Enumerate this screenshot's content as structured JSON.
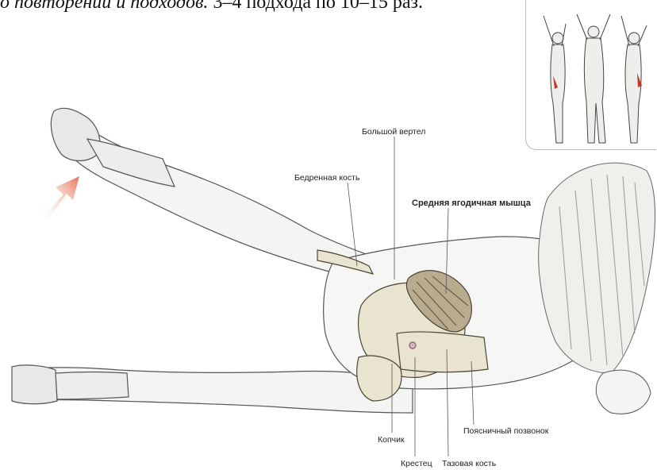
{
  "header": {
    "text_italic": "о повторений и подходов.",
    "text_normal": " 3–4 подхода по 10–15 раз."
  },
  "labels": {
    "bolshoy_vertel": "Большой вертел",
    "bedrennaya_kost": "Бедренная кость",
    "srednyaya_yagodichnaya": "Средняя ягодичная мышца",
    "kopchik": "Копчик",
    "krestets": "Крестец",
    "tazovaya_kost": "Тазовая кость",
    "poyasnichny_pozvonok": "Поясничный позвонок"
  },
  "colors": {
    "arrow": "#e8735a",
    "bone": "#e9e4cf",
    "muscle": "#b9ac8e",
    "highlight": "#c0392b"
  },
  "icons": {
    "direction_arrow": "up-right-arrow-icon",
    "inset": "muscle-figures-thumbnail"
  }
}
